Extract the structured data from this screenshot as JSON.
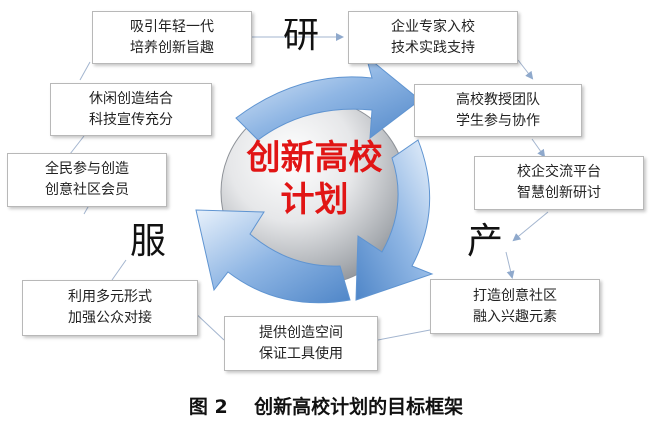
{
  "center": {
    "line1": "创新高校",
    "line2": "计划"
  },
  "corner_labels": {
    "top": "研",
    "right": "产",
    "left": "服"
  },
  "boxes": [
    {
      "line1": "吸引年轻一代",
      "line2": "培养创新旨趣"
    },
    {
      "line1": "企业专家入校",
      "line2": "技术实践支持"
    },
    {
      "line1": "休闲创造结合",
      "line2": "科技宣传充分"
    },
    {
      "line1": "高校教授团队",
      "line2": "学生参与协作"
    },
    {
      "line1": "全民参与创造",
      "line2": "创意社区会员"
    },
    {
      "line1": "校企交流平台",
      "line2": "智慧创新研讨"
    },
    {
      "line1": "利用多元形式",
      "line2": "加强公众对接"
    },
    {
      "line1": "打造创意社区",
      "line2": "融入兴趣元素"
    },
    {
      "line1": "提供创造空间",
      "line2": "保证工具使用"
    }
  ],
  "caption": {
    "label": "图 2",
    "title": "创新高校计划的目标框架"
  },
  "colors": {
    "center_text": "#e11515",
    "arrow_blue": "#5f94d1",
    "sphere": "#9fa3a8"
  }
}
